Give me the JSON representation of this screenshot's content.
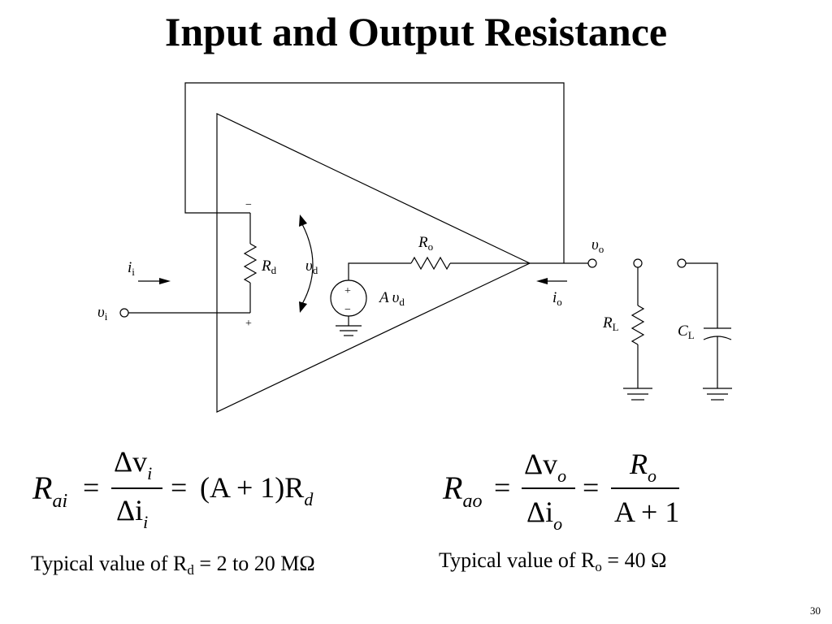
{
  "title": "Input and Output Resistance",
  "circuit": {
    "input_current": {
      "sym": "i",
      "sub": "i"
    },
    "input_voltage": {
      "sym": "υ",
      "sub": "i"
    },
    "rd": {
      "sym": "R",
      "sub": "d"
    },
    "vd": {
      "sym": "υ",
      "sub": "d"
    },
    "minus_sign": "−",
    "plus_sign": "+",
    "source_plus": "+",
    "source_minus": "−",
    "source": {
      "gain": "A",
      "sym": "υ",
      "sub": "d"
    },
    "ro": {
      "sym": "R",
      "sub": "o"
    },
    "output_voltage": {
      "sym": "υ",
      "sub": "o"
    },
    "output_current": {
      "sym": "i",
      "sub": "o"
    },
    "rl": {
      "sym": "R",
      "sub": "L"
    },
    "cl": {
      "sym": "C",
      "sub": "L"
    }
  },
  "equations": {
    "left": {
      "lhs": "R",
      "lhs_sub": "ai",
      "eq1": "=",
      "num": "Δv",
      "num_sub": "i",
      "den": "Δi",
      "den_sub": "i",
      "eq2": "=",
      "rhs": "(A + 1)R",
      "rhs_sub": "d"
    },
    "right": {
      "lhs": "R",
      "lhs_sub": "ao",
      "eq1": "=",
      "num": "Δv",
      "num_sub": "o",
      "den": "Δi",
      "den_sub": "o",
      "eq2": "=",
      "num2": "R",
      "num2_sub": "o",
      "den2": "A + 1"
    }
  },
  "captions": {
    "rd_pre": "Typical value of R",
    "rd_sub": "d",
    "rd_post": " = 2 to 20 MΩ",
    "ro_pre": "Typical value of R",
    "ro_sub": "o",
    "ro_post": " = 40 Ω"
  },
  "page_number": "30"
}
